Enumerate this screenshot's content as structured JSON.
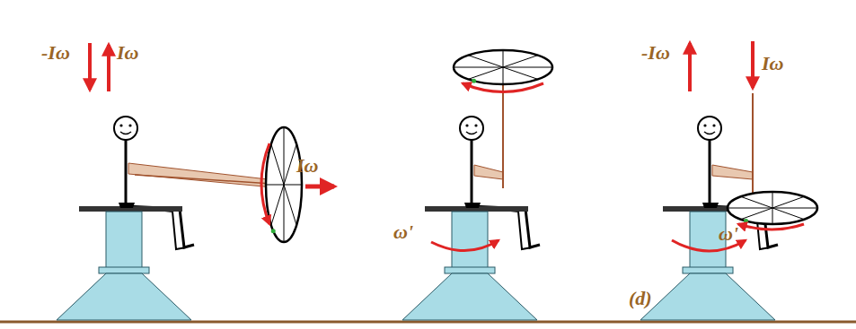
{
  "diagram": {
    "labels": [
      "-Iω",
      "Iω",
      "Iω",
      "ω'",
      "-Iω",
      "Iω",
      "ω'",
      "(d)"
    ]
  }
}
